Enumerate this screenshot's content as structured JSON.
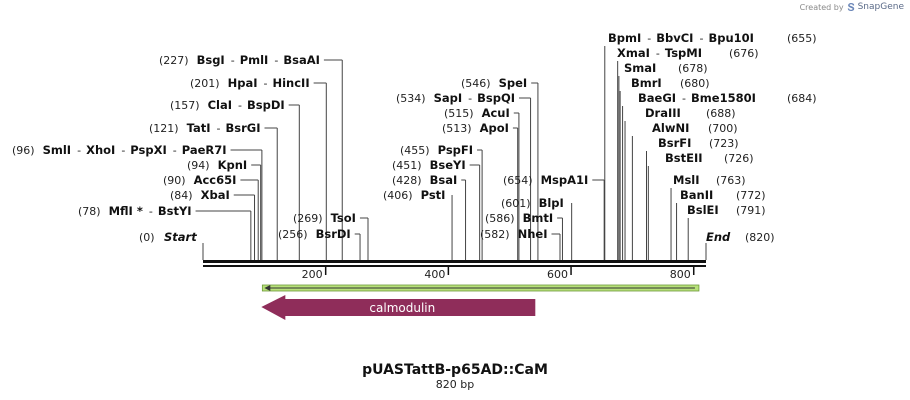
{
  "credit": {
    "prefix": "Created by",
    "brand": "SnapGene"
  },
  "map": {
    "name": "pUASTattB-p65AD::CaM",
    "length_label": "820 bp",
    "length": 820,
    "axis_ticks": [
      200,
      400,
      600,
      800
    ],
    "start": {
      "pos": "(0)",
      "label": "Start"
    },
    "end": {
      "pos": "(820)",
      "label": "End"
    },
    "features": [
      {
        "name": "calmodulin",
        "from": 100,
        "to": 545,
        "direction": "reverse",
        "color": "#8f2d5a"
      },
      {
        "name": "",
        "from": 100,
        "to": 815,
        "direction": "reverse",
        "color": "#b7e07a"
      }
    ],
    "left_sites": [
      {
        "pos": "(78)",
        "names": [
          "MflI *",
          "BstYI"
        ],
        "site": 78
      },
      {
        "pos": "(84)",
        "names": [
          "XbaI"
        ],
        "site": 84
      },
      {
        "pos": "(90)",
        "names": [
          "Acc65I"
        ],
        "site": 90
      },
      {
        "pos": "(94)",
        "names": [
          "KpnI"
        ],
        "site": 94
      },
      {
        "pos": "(96)",
        "names": [
          "SmlI",
          "XhoI",
          "PspXI",
          "PaeR7I"
        ],
        "site": 96
      },
      {
        "pos": "(121)",
        "names": [
          "TatI",
          "BsrGI"
        ],
        "site": 121
      },
      {
        "pos": "(157)",
        "names": [
          "ClaI",
          "BspDI"
        ],
        "site": 157
      },
      {
        "pos": "(201)",
        "names": [
          "HpaI",
          "HincII"
        ],
        "site": 201
      },
      {
        "pos": "(227)",
        "names": [
          "BsgI",
          "PmlI",
          "BsaAI"
        ],
        "site": 227
      },
      {
        "pos": "(256)",
        "names": [
          "BsrDI"
        ],
        "site": 256
      },
      {
        "pos": "(269)",
        "names": [
          "TsoI"
        ],
        "site": 269
      }
    ],
    "mid_sites": [
      {
        "pos": "(406)",
        "names": [
          "PstI"
        ],
        "site": 406
      },
      {
        "pos": "(428)",
        "names": [
          "BsaI"
        ],
        "site": 428
      },
      {
        "pos": "(451)",
        "names": [
          "BseYI"
        ],
        "site": 451
      },
      {
        "pos": "(455)",
        "names": [
          "PspFI"
        ],
        "site": 455
      },
      {
        "pos": "(513)",
        "names": [
          "ApoI"
        ],
        "site": 513
      },
      {
        "pos": "(515)",
        "names": [
          "AcuI"
        ],
        "site": 515
      },
      {
        "pos": "(534)",
        "names": [
          "SapI",
          "BspQI"
        ],
        "site": 534
      },
      {
        "pos": "(546)",
        "names": [
          "SpeI"
        ],
        "site": 546
      },
      {
        "pos": "(582)",
        "names": [
          "NheI"
        ],
        "site": 582
      },
      {
        "pos": "(586)",
        "names": [
          "BmtI"
        ],
        "site": 586
      },
      {
        "pos": "(601)",
        "names": [
          "BlpI"
        ],
        "site": 601
      },
      {
        "pos": "(654)",
        "names": [
          "MspA1I"
        ],
        "site": 654
      }
    ],
    "right_sites": [
      {
        "pos": "(655)",
        "names": [
          "BpmI",
          "BbvCI",
          "Bpu10I"
        ],
        "site": 655
      },
      {
        "pos": "(676)",
        "names": [
          "XmaI",
          "TspMI"
        ],
        "site": 676
      },
      {
        "pos": "(678)",
        "names": [
          "SmaI"
        ],
        "site": 678
      },
      {
        "pos": "(680)",
        "names": [
          "BmrI"
        ],
        "site": 680
      },
      {
        "pos": "(684)",
        "names": [
          "BaeGI",
          "Bme1580I"
        ],
        "site": 684
      },
      {
        "pos": "(688)",
        "names": [
          "DraIII"
        ],
        "site": 688
      },
      {
        "pos": "(700)",
        "names": [
          "AlwNI"
        ],
        "site": 700
      },
      {
        "pos": "(723)",
        "names": [
          "BsrFI"
        ],
        "site": 723
      },
      {
        "pos": "(726)",
        "names": [
          "BstEII"
        ],
        "site": 726
      },
      {
        "pos": "(763)",
        "names": [
          "MslI"
        ],
        "site": 763
      },
      {
        "pos": "(772)",
        "names": [
          "BanII"
        ],
        "site": 772
      },
      {
        "pos": "(791)",
        "names": [
          "BslEI"
        ],
        "site": 791
      }
    ]
  }
}
